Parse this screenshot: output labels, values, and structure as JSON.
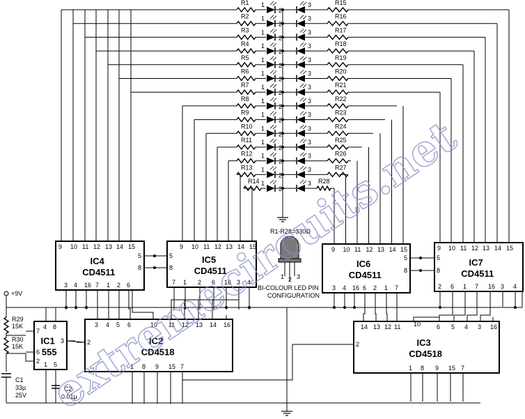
{
  "watermark": "extremecircuits.net",
  "supply": {
    "label": "+9V"
  },
  "resistors_left": [
    "R1",
    "R2",
    "R3",
    "R4",
    "R5",
    "R6",
    "R7",
    "R8",
    "R9",
    "R10",
    "R11",
    "R12",
    "R13",
    "R14"
  ],
  "resistors_right": [
    "R15",
    "R16",
    "R17",
    "R18",
    "R19",
    "R20",
    "R21",
    "R22",
    "R23",
    "R24",
    "R25",
    "R26",
    "R27",
    "R28"
  ],
  "led_pins": [
    "1",
    "2",
    "3"
  ],
  "resistor_note": "R1-R28=330Ω",
  "led_caption": [
    "BI-COLOUR LED PIN",
    "CONFIGURATION"
  ],
  "led_pin_labels": [
    "1",
    "2",
    "3"
  ],
  "ics": {
    "ic4": {
      "name": "IC4",
      "part": "CD4511",
      "top_pins": [
        "9",
        "10",
        "11",
        "12",
        "13",
        "14",
        "15"
      ],
      "right_pins": [
        "5",
        "8"
      ],
      "bottom_pins": [
        "3",
        "4",
        "16",
        "7",
        "1",
        "2",
        "6"
      ]
    },
    "ic5": {
      "name": "IC5",
      "part": "CD4511",
      "top_pins": [
        "9",
        "10",
        "11",
        "12",
        "13",
        "14",
        "15"
      ],
      "left_pins": [
        "5",
        "8"
      ],
      "bottom_pins": [
        "7",
        "1",
        "2",
        "6",
        "16",
        "3",
        "4"
      ]
    },
    "ic6": {
      "name": "IC6",
      "part": "CD4511",
      "top_pins": [
        "9",
        "10",
        "11",
        "12",
        "13",
        "14",
        "15"
      ],
      "right_pins": [
        "5",
        "8"
      ],
      "bottom_pins": [
        "3",
        "4",
        "16",
        "6",
        "2",
        "1",
        "7"
      ]
    },
    "ic7": {
      "name": "IC7",
      "part": "CD4511",
      "top_pins": [
        "9",
        "10",
        "11",
        "12",
        "13",
        "14",
        "15"
      ],
      "left_pins": [
        "5",
        "8"
      ],
      "bottom_pins": [
        "2",
        "6",
        "1",
        "7",
        "16",
        "3",
        "4"
      ]
    },
    "ic1": {
      "name": "IC1",
      "part": "555",
      "top_pins": [
        "4",
        "8"
      ],
      "left_pins": [
        "7",
        "6",
        "2"
      ],
      "right_pins": [
        "3"
      ],
      "bottom_pins": [
        "1",
        "5"
      ]
    },
    "ic2": {
      "name": "IC2",
      "part": "CD4518",
      "top_pins": [
        "3",
        "4",
        "5",
        "6",
        "10",
        "11",
        "12",
        "13",
        "14",
        "16"
      ],
      "left_pins": [
        "2"
      ],
      "bottom_pins": [
        "1",
        "8",
        "9",
        "15",
        "7"
      ]
    },
    "ic3": {
      "name": "IC3",
      "part": "CD4518",
      "top_pins": [
        "14",
        "13",
        "12",
        "11",
        "6",
        "5",
        "4",
        "3",
        "16"
      ],
      "top_extra": "10",
      "left_pins": [
        "2"
      ],
      "bottom_pins": [
        "1",
        "8",
        "9",
        "15",
        "7"
      ]
    }
  },
  "passives": {
    "r29": {
      "name": "R29",
      "value": "15K"
    },
    "r30": {
      "name": "R30",
      "value": "15K"
    },
    "c1": {
      "name": "C1",
      "value1": "33µ",
      "value2": "25V"
    },
    "c2": {
      "name": "C2",
      "value": "0.01µ"
    }
  }
}
